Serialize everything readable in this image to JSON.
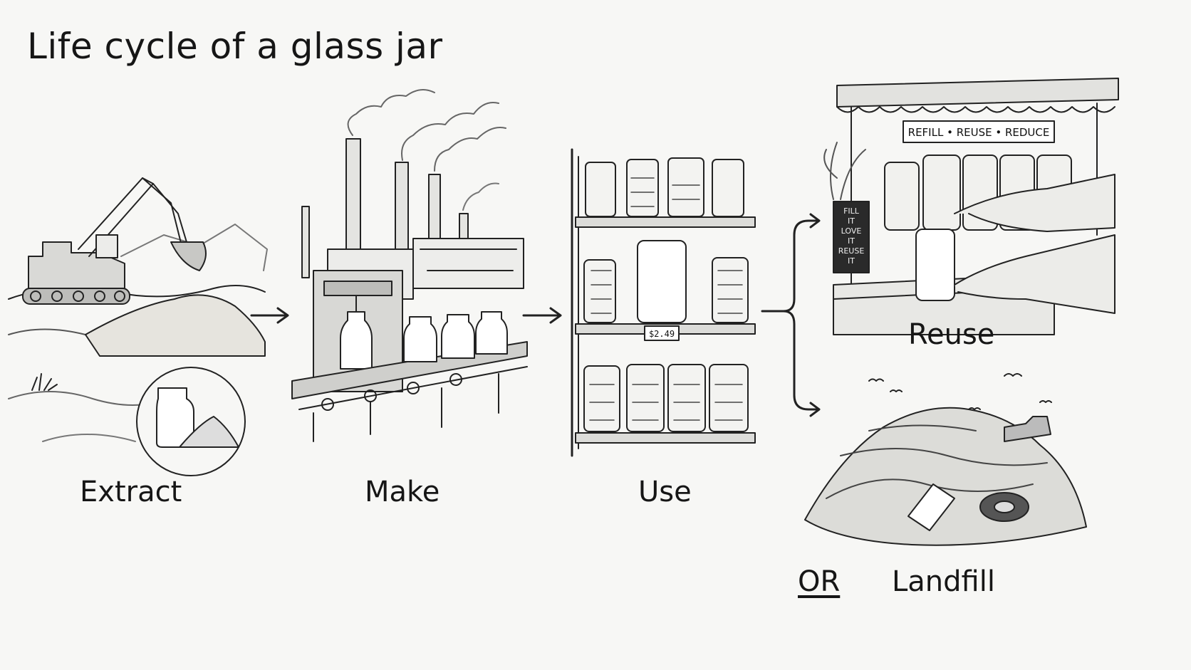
{
  "title": "Life cycle of a glass jar",
  "stages": {
    "extract": "Extract",
    "make": "Make",
    "use": "Use",
    "reuse": "Reuse",
    "landfill": "Landfill"
  },
  "or_label": "OR",
  "price_tag": "$2.49",
  "reuse_banner": "REFILL • REUSE • REDUCE",
  "chalkboard_lines": [
    "FILL",
    "IT",
    "LOVE",
    "IT",
    "REUSE",
    "IT"
  ]
}
